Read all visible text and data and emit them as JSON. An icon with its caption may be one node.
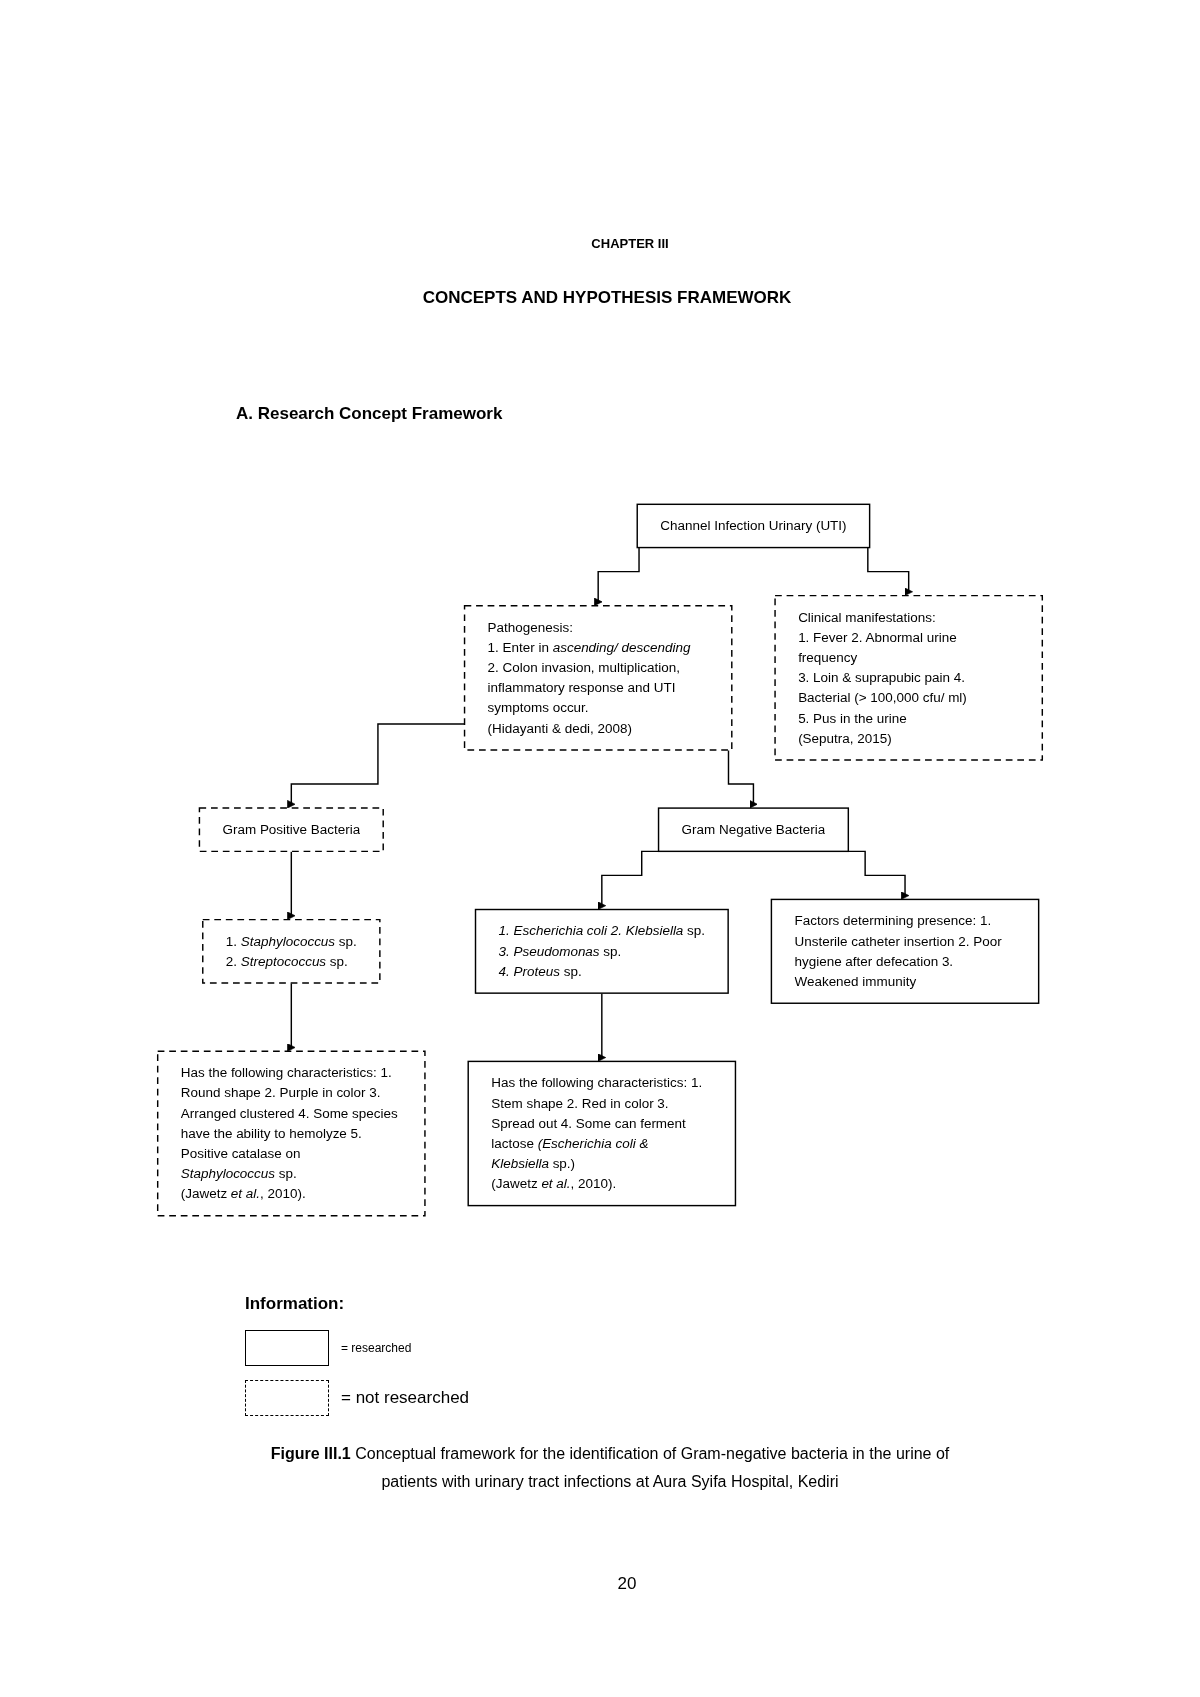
{
  "diagram": {
    "title": "CONCEPTS AND HYPOTHESIS FRAMEWORK",
    "caption": "**Figure III.1** Conceptual framework for the identification of Gram-negative bacteria in the urine of patients with urinary tract infections at Aura Syifa Hospital, Kediri",
    "nodes": [
      {
        "text": [
          "Channel Infection Urinary (UTI)"
        ]
      },
      {
        "text": [
          "Pathogenesis:",
          "1. Enter in *ascending/ descending*",
          "2. Colon invasion, multiplication, inflammatory response and UTI symptoms occur.",
          "(Hidayanti & dedi, 2008)"
        ]
      },
      {
        "text": [
          "Clinical manifestations:",
          "1. Fever 2. Abnormal urine frequency",
          "3. Loin & suprapubic pain 4. Bacterial (> 100,000 cfu/ ml)",
          "5. Pus in the urine",
          "(Seputra, 2015)"
        ]
      },
      {
        "text": [
          "Gram Positive Bacteria"
        ]
      },
      {
        "text": [
          "Gram Negative Bacteria"
        ]
      },
      {
        "text": [
          "Factors determining presence: 1. Unsterile catheter insertion 2. Poor hygiene after defecation 3. Weakened immunity"
        ]
      },
      {
        "text": [
          "1. *Staphylococcus* sp.",
          "2. *Streptococcus* sp."
        ]
      },
      {
        "text": [
          "*1. Escherichia coli 2. Klebsiella* sp.",
          "*3. Pseudomonas* sp.",
          "*4. Proteus* sp."
        ]
      },
      {
        "text": [
          "Has the following characteristics: 1. Round shape 2. Purple in color 3. Arranged clustered 4. Some species have the ability to hemolyze 5. Positive catalase on *Staphylococcus* sp.",
          "(Jawetz *et al.*, 2010)."
        ]
      },
      {
        "text": [
          "Has the following characteristics: 1. Stem shape 2. Red in color 3. Spread out 4. Some can ferment lactose *(Escherichia coli & Klebsiella* sp.)",
          "(Jawetz *et al.*, 2010)."
        ]
      }
    ],
    "edges": [
      {
        "from": 0,
        "to": 1,
        "arrow": "to"
      },
      {
        "from": 0,
        "to": 2,
        "arrow": "to"
      },
      {
        "from": 1,
        "to": 3,
        "arrow": "to"
      },
      {
        "from": 1,
        "to": 4,
        "arrow": "to"
      },
      {
        "from": 4,
        "to": 5,
        "arrow": "to"
      },
      {
        "from": 3,
        "to": 6,
        "arrow": "to"
      },
      {
        "from": 4,
        "to": 7,
        "arrow": "to"
      },
      {
        "from": 6,
        "to": 8,
        "arrow": "to"
      },
      {
        "from": 7,
        "to": 9,
        "arrow": "to"
      }
    ],
    "labels": [
      "CHAPTER III",
      "A. Research Concept Framework",
      "Information:",
      "20"
    ],
    "legend": [
      {
        "text": "= researched"
      },
      {
        "text": "= not researched"
      }
    ]
  }
}
